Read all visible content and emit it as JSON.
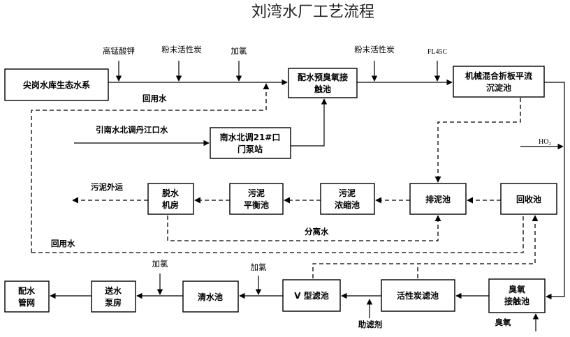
{
  "title": "刘湾水厂工艺流程",
  "boxes": {
    "reservoir": "尖岗水库生态水系",
    "preozone": [
      "配水预臭氧接",
      "触池"
    ],
    "sedimentation": [
      "机械混合折板平流",
      "沉淀池"
    ],
    "pump_station": [
      "南水北调21#口",
      "门泵站"
    ],
    "sludge_drain": "排泥池",
    "recovery": "回收池",
    "thickener": [
      "污泥",
      "浓缩池"
    ],
    "balance": [
      "污泥",
      "平衡池"
    ],
    "dewater": [
      "脱水",
      "机房"
    ],
    "ozone_contact": [
      "臭氧",
      "接触池"
    ],
    "carbon_filter": "活性炭滤池",
    "v_filter": "V 型滤池",
    "clear_well": "清水池",
    "delivery_pump": [
      "送水",
      "泵房"
    ],
    "distribution": [
      "配水",
      "管网"
    ]
  },
  "labels": {
    "kmno4": "高锰酸钾",
    "pac1": "粉末活性炭",
    "chlorine1": "加氯",
    "pac2": "粉末活性炭",
    "fl45c": "FL45C",
    "reuse1": "回用水",
    "diversion": "引南水北调丹江口水",
    "ho2": "HO₂",
    "sludge_out": "污泥外运",
    "separated": "分离水",
    "reuse2": "回用水",
    "chlorine2": "加氯",
    "chlorine3": "加氯",
    "filter_aid": "助滤剂",
    "ozone": "臭氧"
  }
}
